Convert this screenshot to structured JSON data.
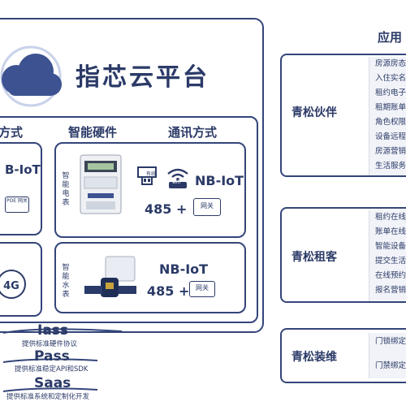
{
  "platform": {
    "title": "指芯云平台"
  },
  "headers": {
    "left_partial": "方式",
    "hardware": "智能硬件",
    "comm": "通讯方式",
    "app_partial": "应用"
  },
  "left_col": {
    "nbiot_partial": "B-IoT",
    "poe_label": "POE 网关",
    "fourg_label": "4G"
  },
  "meter": {
    "label_chars": [
      "智",
      "能",
      "电",
      "表"
    ],
    "dev_label_wired": "有线",
    "dev_label_wifi": "wifi",
    "nbiot": "NB-IoT",
    "rs485": "485 +",
    "gateway": "网关"
  },
  "water": {
    "label_chars": [
      "智",
      "能",
      "水",
      "表"
    ],
    "nbiot": "NB-IoT",
    "rs485": "485 +",
    "gateway": "网关"
  },
  "stack": [
    {
      "name": "Iass",
      "desc": "提供标准硬件协议"
    },
    {
      "name": "Pass",
      "desc": "提供标准稳定API和SDK"
    },
    {
      "name": "Saas",
      "desc": "提供标准系统和定制化开发"
    }
  ],
  "panels": [
    {
      "title": "青松伙伴",
      "items": [
        "房源房态",
        "入住实名",
        "租约电子",
        "租期账单",
        "角色权限",
        "设备远程",
        "房源营销",
        "生活服务"
      ]
    },
    {
      "title": "青松租客",
      "items": [
        "租约在线",
        "账单在线",
        "智能设备",
        "提交生活",
        "在线预约",
        "报名营销"
      ]
    },
    {
      "title": "青松装维",
      "items": [
        "门锁绑定",
        "门禁绑定"
      ]
    }
  ],
  "colors": {
    "navy": "#2b3a67",
    "cloud": "#3d5290",
    "light": "#c9d2ea"
  }
}
